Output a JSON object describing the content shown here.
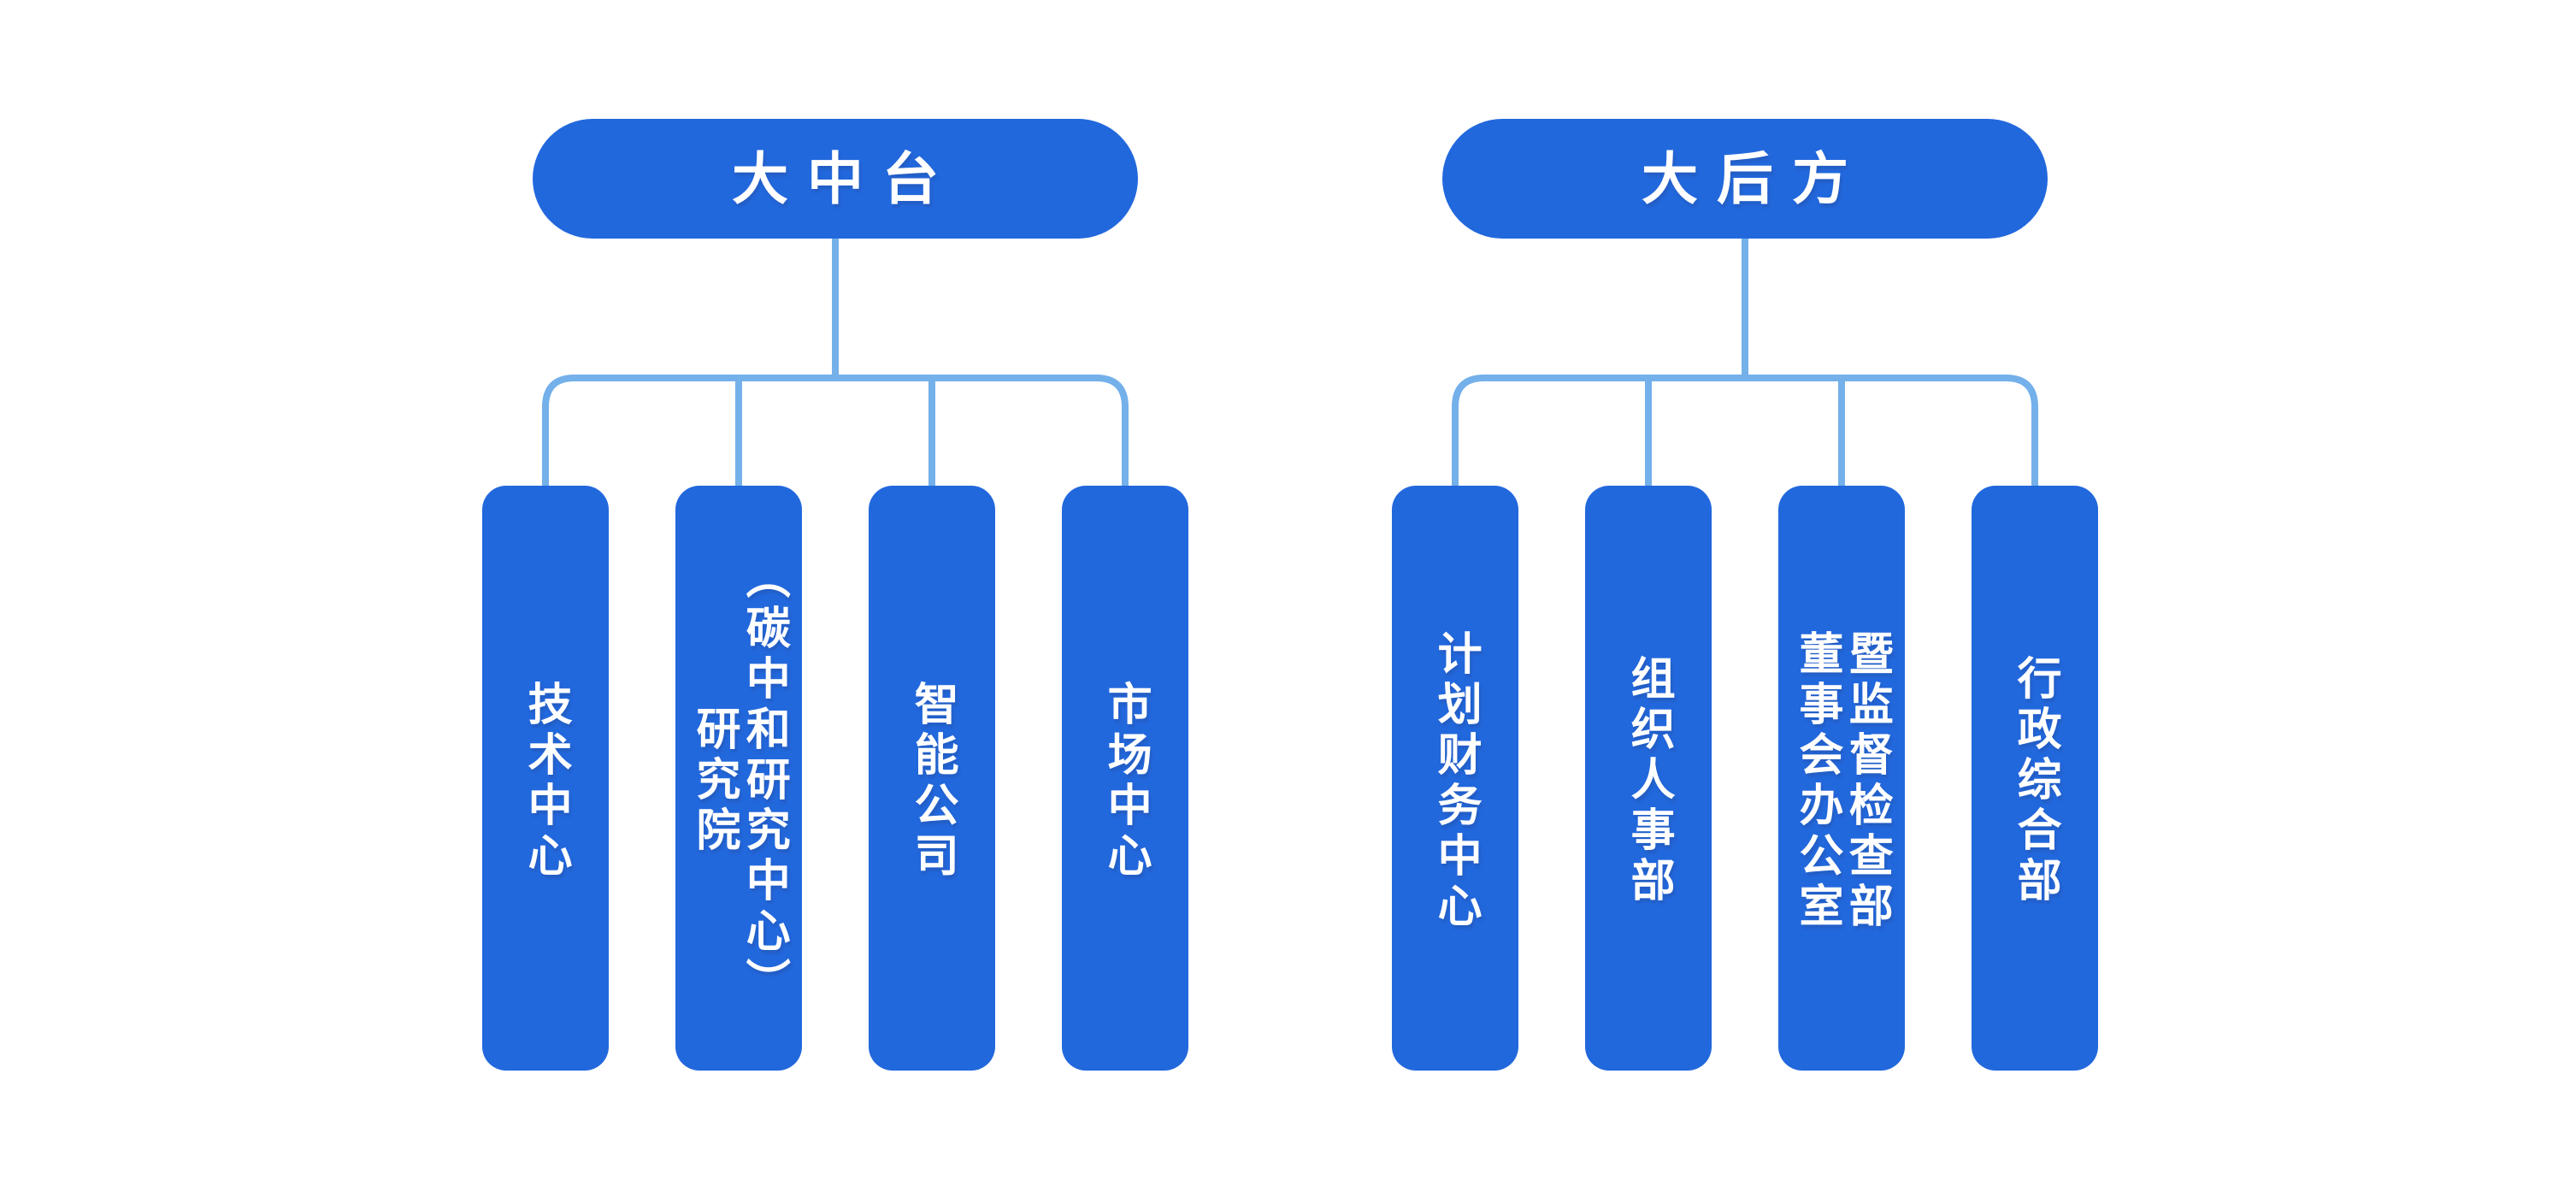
{
  "theme": {
    "node_fill": "#2268DD",
    "connector": "#74B0EA",
    "node_text": "#FFFFFF",
    "background": "#FFFFFF"
  },
  "groups": [
    {
      "title": "大中台",
      "children": [
        {
          "label": "技术中心",
          "lines": [
            "技术中心"
          ]
        },
        {
          "label": "研究院（碳中和研究中心）",
          "lines": [
            "研究院",
            "（碳中和研究中心）"
          ]
        },
        {
          "label": "智能公司",
          "lines": [
            "智能公司"
          ]
        },
        {
          "label": "市场中心",
          "lines": [
            "市场中心"
          ]
        }
      ]
    },
    {
      "title": "大后方",
      "children": [
        {
          "label": "计划财务中心",
          "lines": [
            "计划财务中心"
          ]
        },
        {
          "label": "组织人事部",
          "lines": [
            "组织人事部"
          ]
        },
        {
          "label": "董事会办公室暨监督检查部",
          "lines": [
            "董事会办公室",
            "暨监督检查部"
          ]
        },
        {
          "label": "行政综合部",
          "lines": [
            "行政综合部"
          ]
        }
      ]
    }
  ]
}
